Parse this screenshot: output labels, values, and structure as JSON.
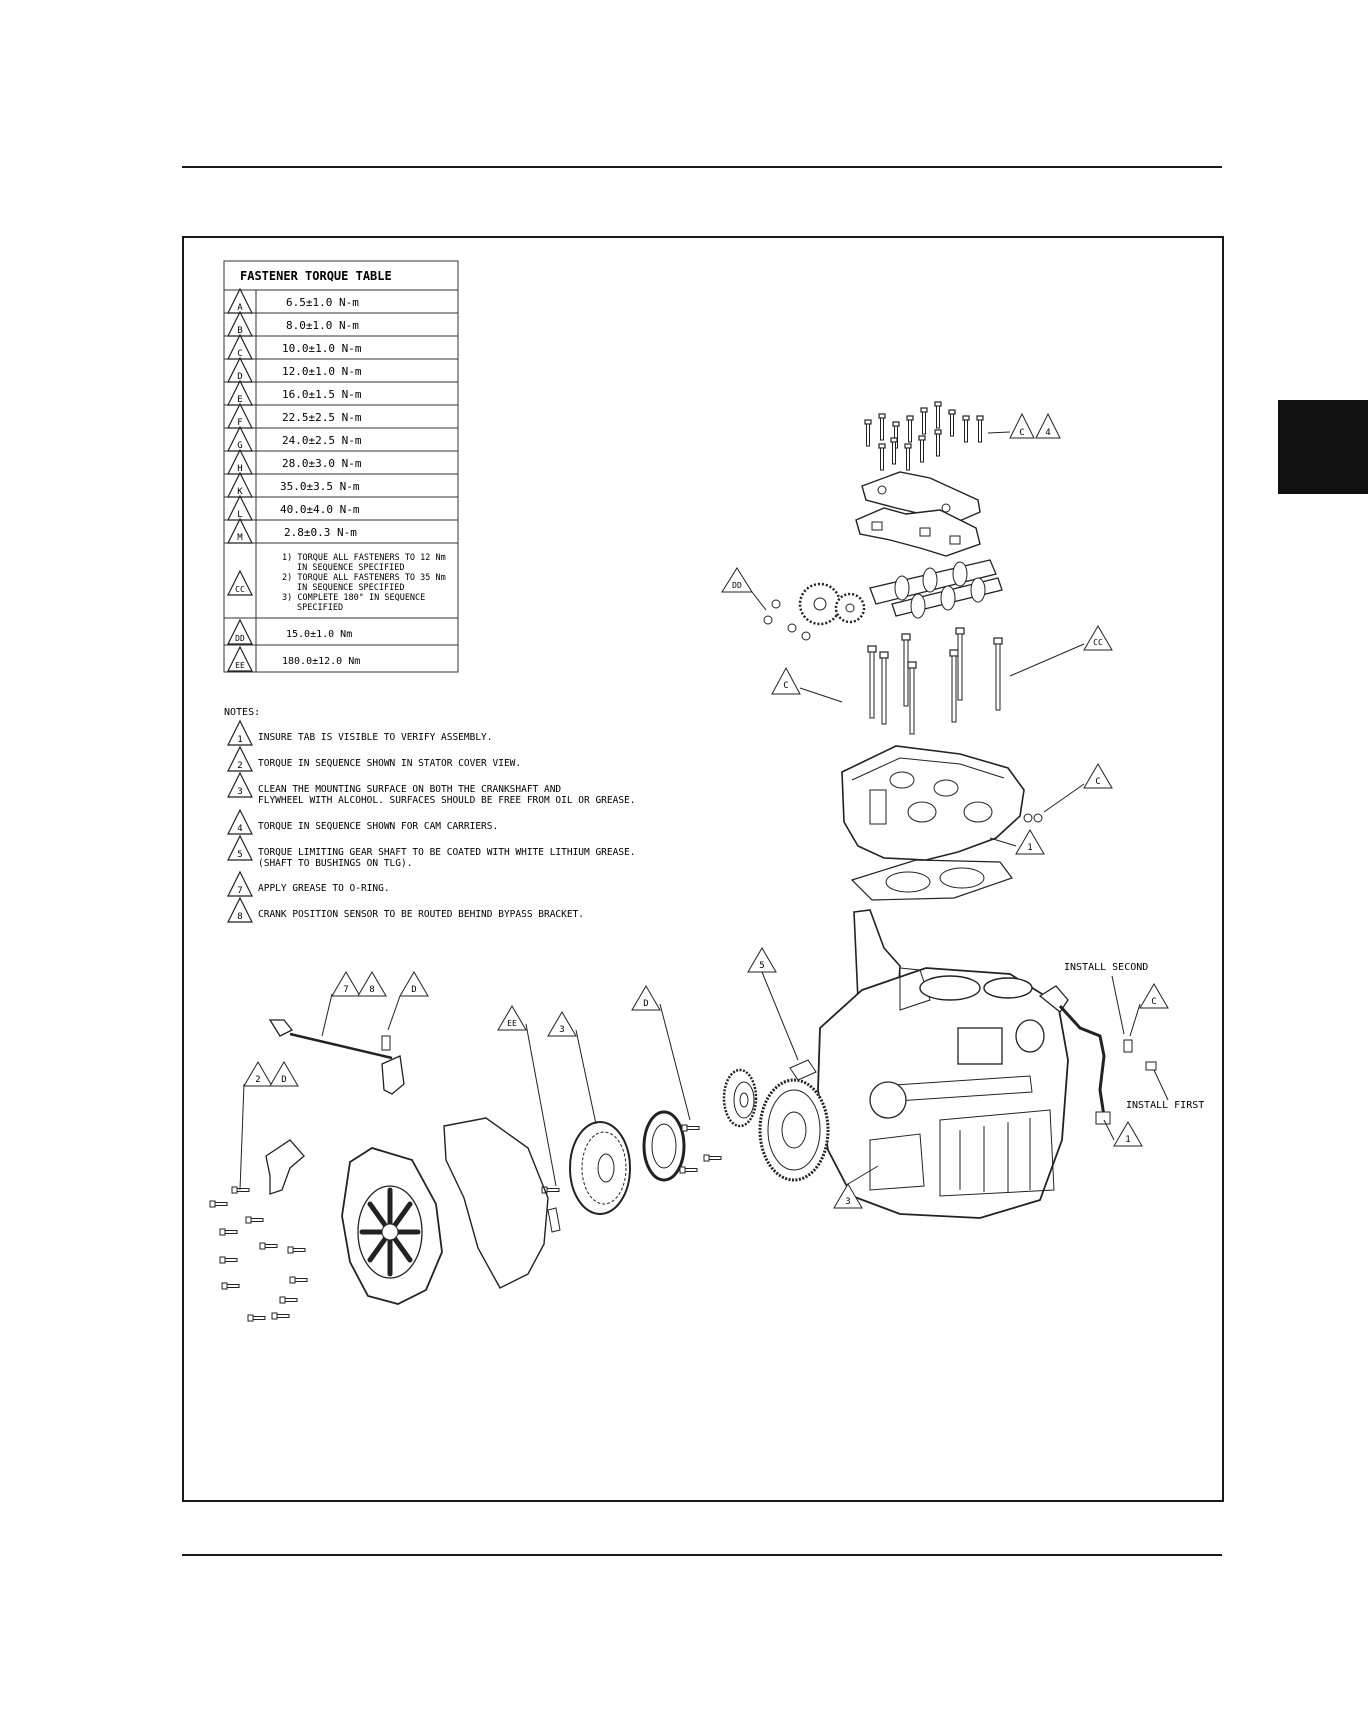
{
  "torque_table": {
    "title": "FASTENER TORQUE TABLE",
    "rows": [
      {
        "code": "A",
        "value": "6.5±1.0 N-m"
      },
      {
        "code": "B",
        "value": "8.0±1.0 N-m"
      },
      {
        "code": "C",
        "value": "10.0±1.0 N-m"
      },
      {
        "code": "D",
        "value": "12.0±1.0 N-m"
      },
      {
        "code": "E",
        "value": "16.0±1.5 N-m"
      },
      {
        "code": "F",
        "value": "22.5±2.5 N-m"
      },
      {
        "code": "G",
        "value": "24.0±2.5 N-m"
      },
      {
        "code": "H",
        "value": "28.0±3.0 N-m"
      },
      {
        "code": "K",
        "value": "35.0±3.5 N-m"
      },
      {
        "code": "L",
        "value": "40.0±4.0 N-m"
      },
      {
        "code": "M",
        "value": "2.8±0.3 N-m"
      },
      {
        "code": "CC",
        "lines": [
          "1) TORQUE ALL FASTENERS TO 12 Nm",
          "IN SEQUENCE SPECIFIED",
          "2) TORQUE ALL FASTENERS TO 35 Nm",
          "IN SEQUENCE SPECIFIED",
          "3) COMPLETE 180° IN SEQUENCE",
          "SPECIFIED"
        ]
      },
      {
        "code": "DD",
        "value": "15.0±1.0 Nm"
      },
      {
        "code": "EE",
        "value": "180.0±12.0 Nm"
      }
    ]
  },
  "notes": {
    "heading": "NOTES:",
    "items": [
      {
        "num": "1",
        "lines": [
          "INSURE TAB IS VISIBLE TO VERIFY ASSEMBLY."
        ]
      },
      {
        "num": "2",
        "lines": [
          "TORQUE IN SEQUENCE SHOWN IN STATOR COVER VIEW."
        ]
      },
      {
        "num": "3",
        "lines": [
          "CLEAN THE MOUNTING SURFACE ON BOTH THE CRANKSHAFT AND",
          "FLYWHEEL WITH ALCOHOL. SURFACES SHOULD BE FREE FROM OIL OR GREASE."
        ]
      },
      {
        "num": "4",
        "lines": [
          "TORQUE IN SEQUENCE SHOWN FOR CAM CARRIERS."
        ]
      },
      {
        "num": "5",
        "lines": [
          "TORQUE LIMITING GEAR SHAFT TO BE COATED WITH WHITE LITHIUM GREASE.",
          "(SHAFT TO BUSHINGS ON TLG)."
        ]
      },
      {
        "num": "7",
        "lines": [
          "APPLY GREASE TO O-RING."
        ]
      },
      {
        "num": "8",
        "lines": [
          "CRANK POSITION SENSOR TO BE ROUTED BEHIND BYPASS BRACKET."
        ]
      }
    ]
  },
  "callouts": {
    "c4": [
      "C",
      "4"
    ],
    "dd": "DD",
    "cc": "CC",
    "c_bolts": "C",
    "c_head": "C",
    "one_head": "1",
    "n5": "5",
    "d_tlg": "D",
    "n3_rotor": "3",
    "ee": "EE",
    "n78": [
      "7",
      "8"
    ],
    "d_sensor": "D",
    "n2d": [
      "2",
      "D"
    ],
    "c_right": "C",
    "one_right": "1",
    "n3_engine": "3"
  },
  "labels": {
    "install_second": "INSTALL SECOND",
    "install_first": "INSTALL FIRST"
  }
}
